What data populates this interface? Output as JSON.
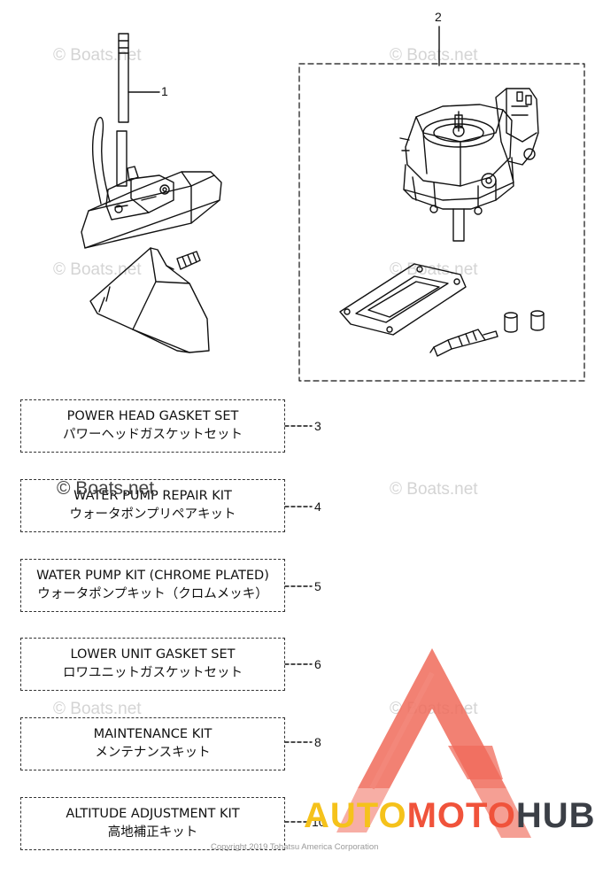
{
  "callouts": {
    "n1": "1",
    "n2": "2"
  },
  "kits": [
    {
      "number": "3",
      "en": "POWER HEAD GASKET SET",
      "jp": "パワーヘッドガスケットセット"
    },
    {
      "number": "4",
      "en": "WATER PUMP REPAIR KIT",
      "jp": "ウォータポンプリペアキット"
    },
    {
      "number": "5",
      "en": "WATER PUMP KIT (CHROME PLATED)",
      "jp": "ウォータポンプキット（クロムメッキ）"
    },
    {
      "number": "6",
      "en": "LOWER UNIT GASKET SET",
      "jp": "ロワユニットガスケットセット"
    },
    {
      "number": "8",
      "en": "MAINTENANCE KIT",
      "jp": "メンテナンスキット"
    },
    {
      "number": "10",
      "en": "ALTITUDE ADJUSTMENT KIT",
      "jp": "高地補正キット"
    }
  ],
  "watermark": {
    "text": "© Boats.net",
    "overlay_text": "© Boats.net"
  },
  "copyright": "Copyright 2019 Tohatsu America Corporation",
  "brand": {
    "part1": "AUTO",
    "part2": "MOTO",
    "part3": "HUB",
    "color_auto": "#f5c21b",
    "color_moto": "#f0533b",
    "color_hub": "#3b3f46"
  }
}
